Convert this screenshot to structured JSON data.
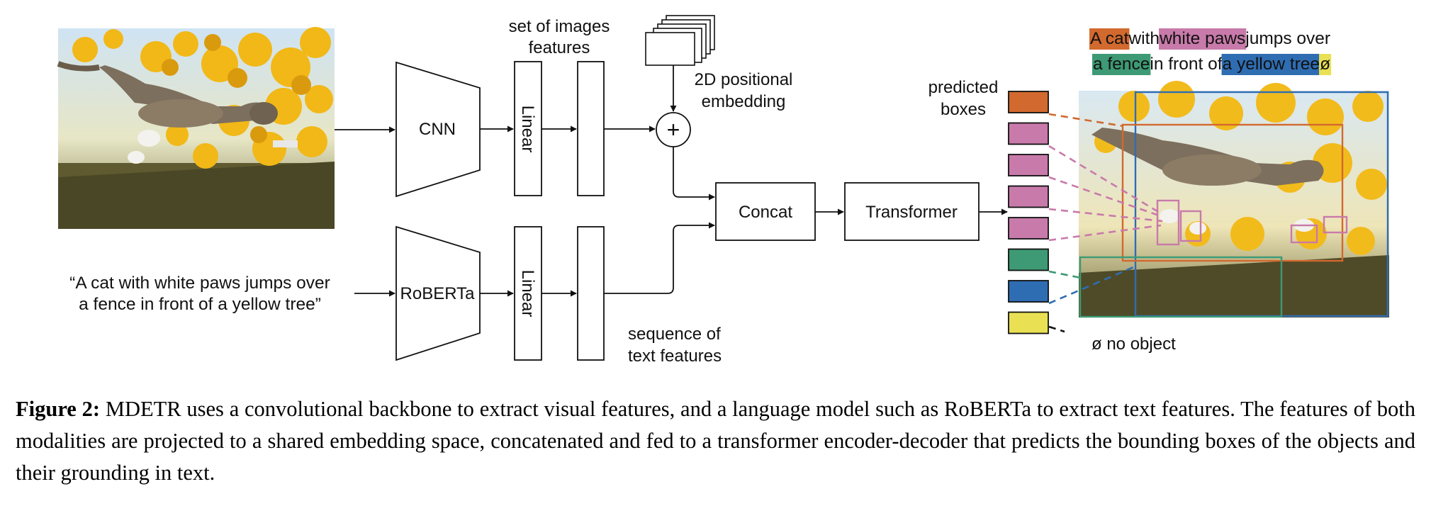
{
  "blocks": {
    "cnn": "CNN",
    "roberta": "RoBERTa",
    "linear": "Linear",
    "concat": "Concat",
    "transformer": "Transformer",
    "plus": "+"
  },
  "labels": {
    "image_features_line1": "set of images",
    "image_features_line2": "features",
    "positional_line1": "2D positional",
    "positional_line2": "embedding",
    "text_features_line1": "sequence of",
    "text_features_line2": "text features",
    "predicted_line1": "predicted",
    "predicted_line2": "boxes",
    "no_object": "ø no object"
  },
  "input_text": {
    "line1": "“A cat with white paws jumps over",
    "line2": "a fence in front of a yellow tree”"
  },
  "grounded_sentence": {
    "line1": [
      {
        "text": "A cat",
        "color": "#d2692e"
      },
      {
        "text": " with ",
        "color": null
      },
      {
        "text": "white paws",
        "color": "#c87aaa"
      },
      {
        "text": " jumps over",
        "color": null
      }
    ],
    "line2": [
      {
        "text": "a fence",
        "color": "#3d9a74"
      },
      {
        "text": " in front of ",
        "color": null
      },
      {
        "text": "a yellow tree",
        "color": "#2f6db3"
      },
      {
        "text": " ",
        "color": null
      },
      {
        "text": "ø",
        "color": "#e9e153"
      }
    ]
  },
  "predicted_box_colors": [
    "#d2692e",
    "#c87aaa",
    "#c87aaa",
    "#c87aaa",
    "#c87aaa",
    "#3d9a74",
    "#2f6db3",
    "#e9e153"
  ],
  "caption": {
    "label": "Figure 2:",
    "text": " MDETR uses a convolutional backbone to extract visual features, and a language model such as RoBERTa to extract text features. The features of both modalities are projected to a shared embedding space, concatenated and fed to a transformer encoder-decoder that predicts the bounding boxes of the objects and their grounding in text."
  }
}
